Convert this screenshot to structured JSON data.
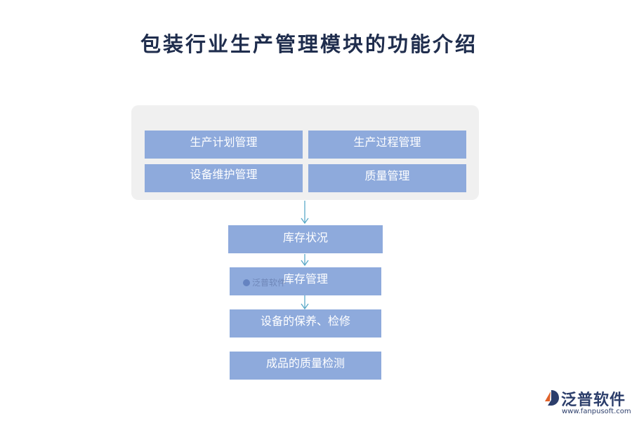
{
  "title": "包装行业生产管理模块的功能介绍",
  "group_modules": [
    "生产计划管理",
    "生产过程管理",
    "设备维护管理",
    "质量管理"
  ],
  "flow_steps": [
    "库存状况",
    "库存管理",
    "设备的保养、检修",
    "成品的质量检测"
  ],
  "watermark": {
    "text": "泛普软件"
  },
  "logo": {
    "name": "泛普软件",
    "url": "www.fanpusoft.com"
  },
  "colors": {
    "box": "#8eaadc",
    "panel": "#f0f0f0",
    "arrow": "#5aa9c8",
    "title": "#1f2d4d"
  }
}
